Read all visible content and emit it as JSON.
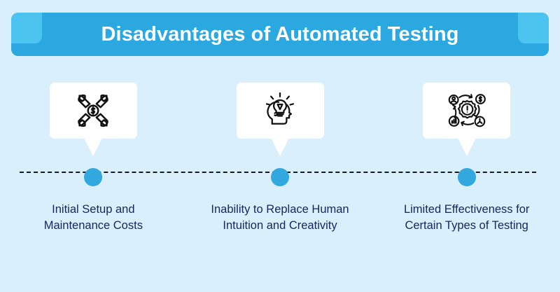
{
  "page": {
    "background_color": "#d9effc"
  },
  "header": {
    "title": "Disadvantages of Automated Testing",
    "banner_color": "#2ca8e0",
    "accent_color": "#4dc3f0",
    "title_color": "#ffffff"
  },
  "timeline": {
    "line_style": "dashed",
    "line_color": "#1a1a1a",
    "node_color": "#33a8de"
  },
  "steps": [
    {
      "icon": "wrenches-dollar-icon",
      "caption": "Initial Setup and Maintenance Costs"
    },
    {
      "icon": "head-lightbulb-idea-icon",
      "caption": "Inability to Replace Human Intuition and Creativity"
    },
    {
      "icon": "gear-alert-process-icon",
      "caption": "Limited Effectiveness for Certain Types of Testing"
    }
  ]
}
